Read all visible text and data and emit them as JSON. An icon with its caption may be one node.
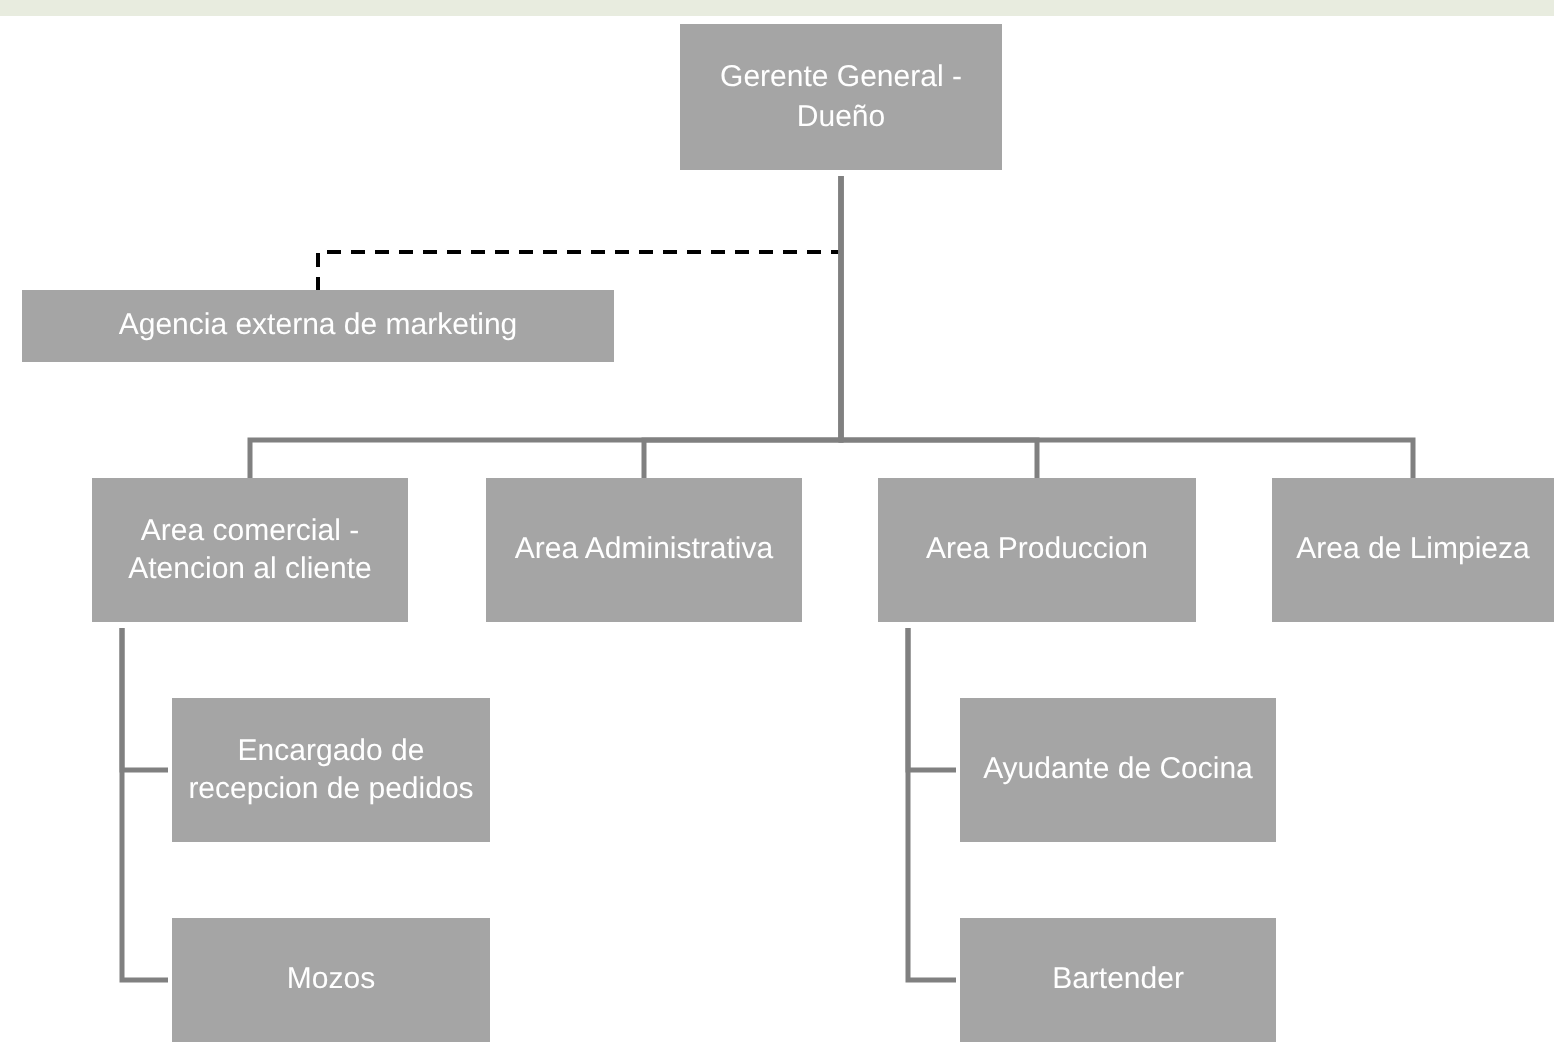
{
  "diagram": {
    "nodes": [
      {
        "text": [
          "Gerente General - Dueño"
        ]
      },
      {
        "text": [
          "Agencia externa de marketing"
        ]
      },
      {
        "text": [
          "Area comercial - Atencion al cliente"
        ]
      },
      {
        "text": [
          "Area Administrativa"
        ]
      },
      {
        "text": [
          "Area Produccion"
        ]
      },
      {
        "text": [
          "Area de Limpieza"
        ]
      },
      {
        "text": [
          "Encargado de recepcion de pedidos"
        ]
      },
      {
        "text": [
          "Mozos"
        ]
      },
      {
        "text": [
          "Ayudante de Cocina"
        ]
      },
      {
        "text": [
          "Bartender"
        ]
      }
    ],
    "edges": [
      {
        "from": 0,
        "to": 1,
        "arrow": "none",
        "style": "dashed",
        "color": "#000000"
      },
      {
        "from": 0,
        "to": 2,
        "arrow": "none"
      },
      {
        "from": 0,
        "to": 3,
        "arrow": "none"
      },
      {
        "from": 0,
        "to": 4,
        "arrow": "none"
      },
      {
        "from": 0,
        "to": 5,
        "arrow": "none"
      },
      {
        "from": 2,
        "to": 6,
        "arrow": "none"
      },
      {
        "from": 2,
        "to": 7,
        "arrow": "none"
      },
      {
        "from": 4,
        "to": 8,
        "arrow": "none"
      },
      {
        "from": 4,
        "to": 9,
        "arrow": "none"
      }
    ]
  }
}
